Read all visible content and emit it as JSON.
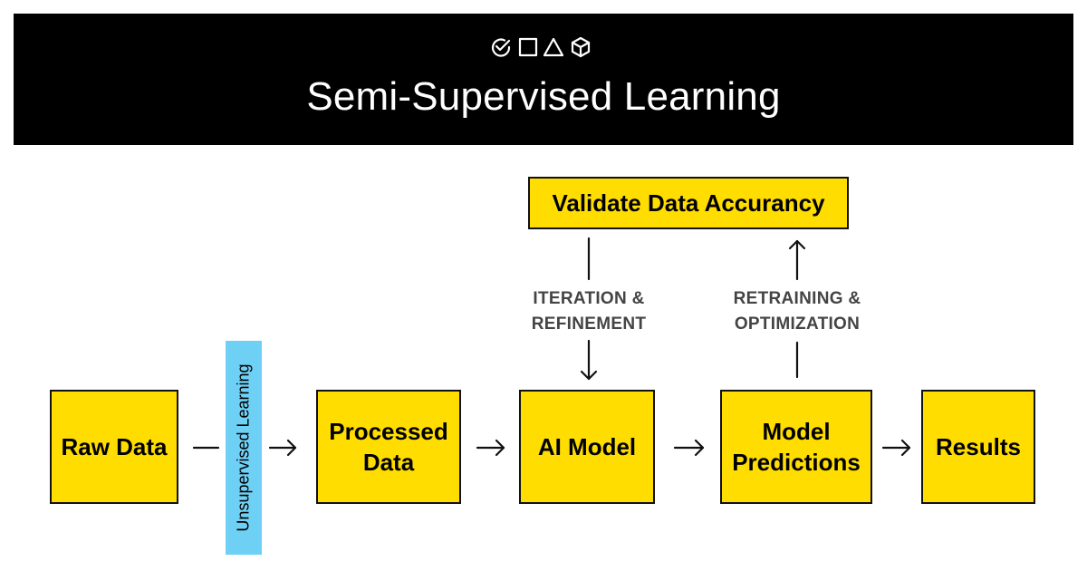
{
  "header": {
    "title": "Semi-Supervised Learning",
    "icons": [
      "check-circle-icon",
      "square-icon",
      "triangle-icon",
      "cube-icon"
    ]
  },
  "nodes": {
    "raw_data": "Raw Data",
    "processed_data": [
      "Processed",
      "Data"
    ],
    "ai_model": "AI Model",
    "model_predictions": [
      "Model",
      "Predictions"
    ],
    "results": "Results",
    "validate": "Validate Data Accurancy"
  },
  "edge_labels": {
    "unsupervised": "Unsupervised Learning",
    "iteration": [
      "ITERATION &",
      "REFINEMENT"
    ],
    "retraining": [
      "RETRAINING &",
      "OPTIMIZATION"
    ]
  },
  "colors": {
    "box_fill": "#ffdd00",
    "label_fill": "#6fd0f5",
    "header_bg": "#000000"
  }
}
